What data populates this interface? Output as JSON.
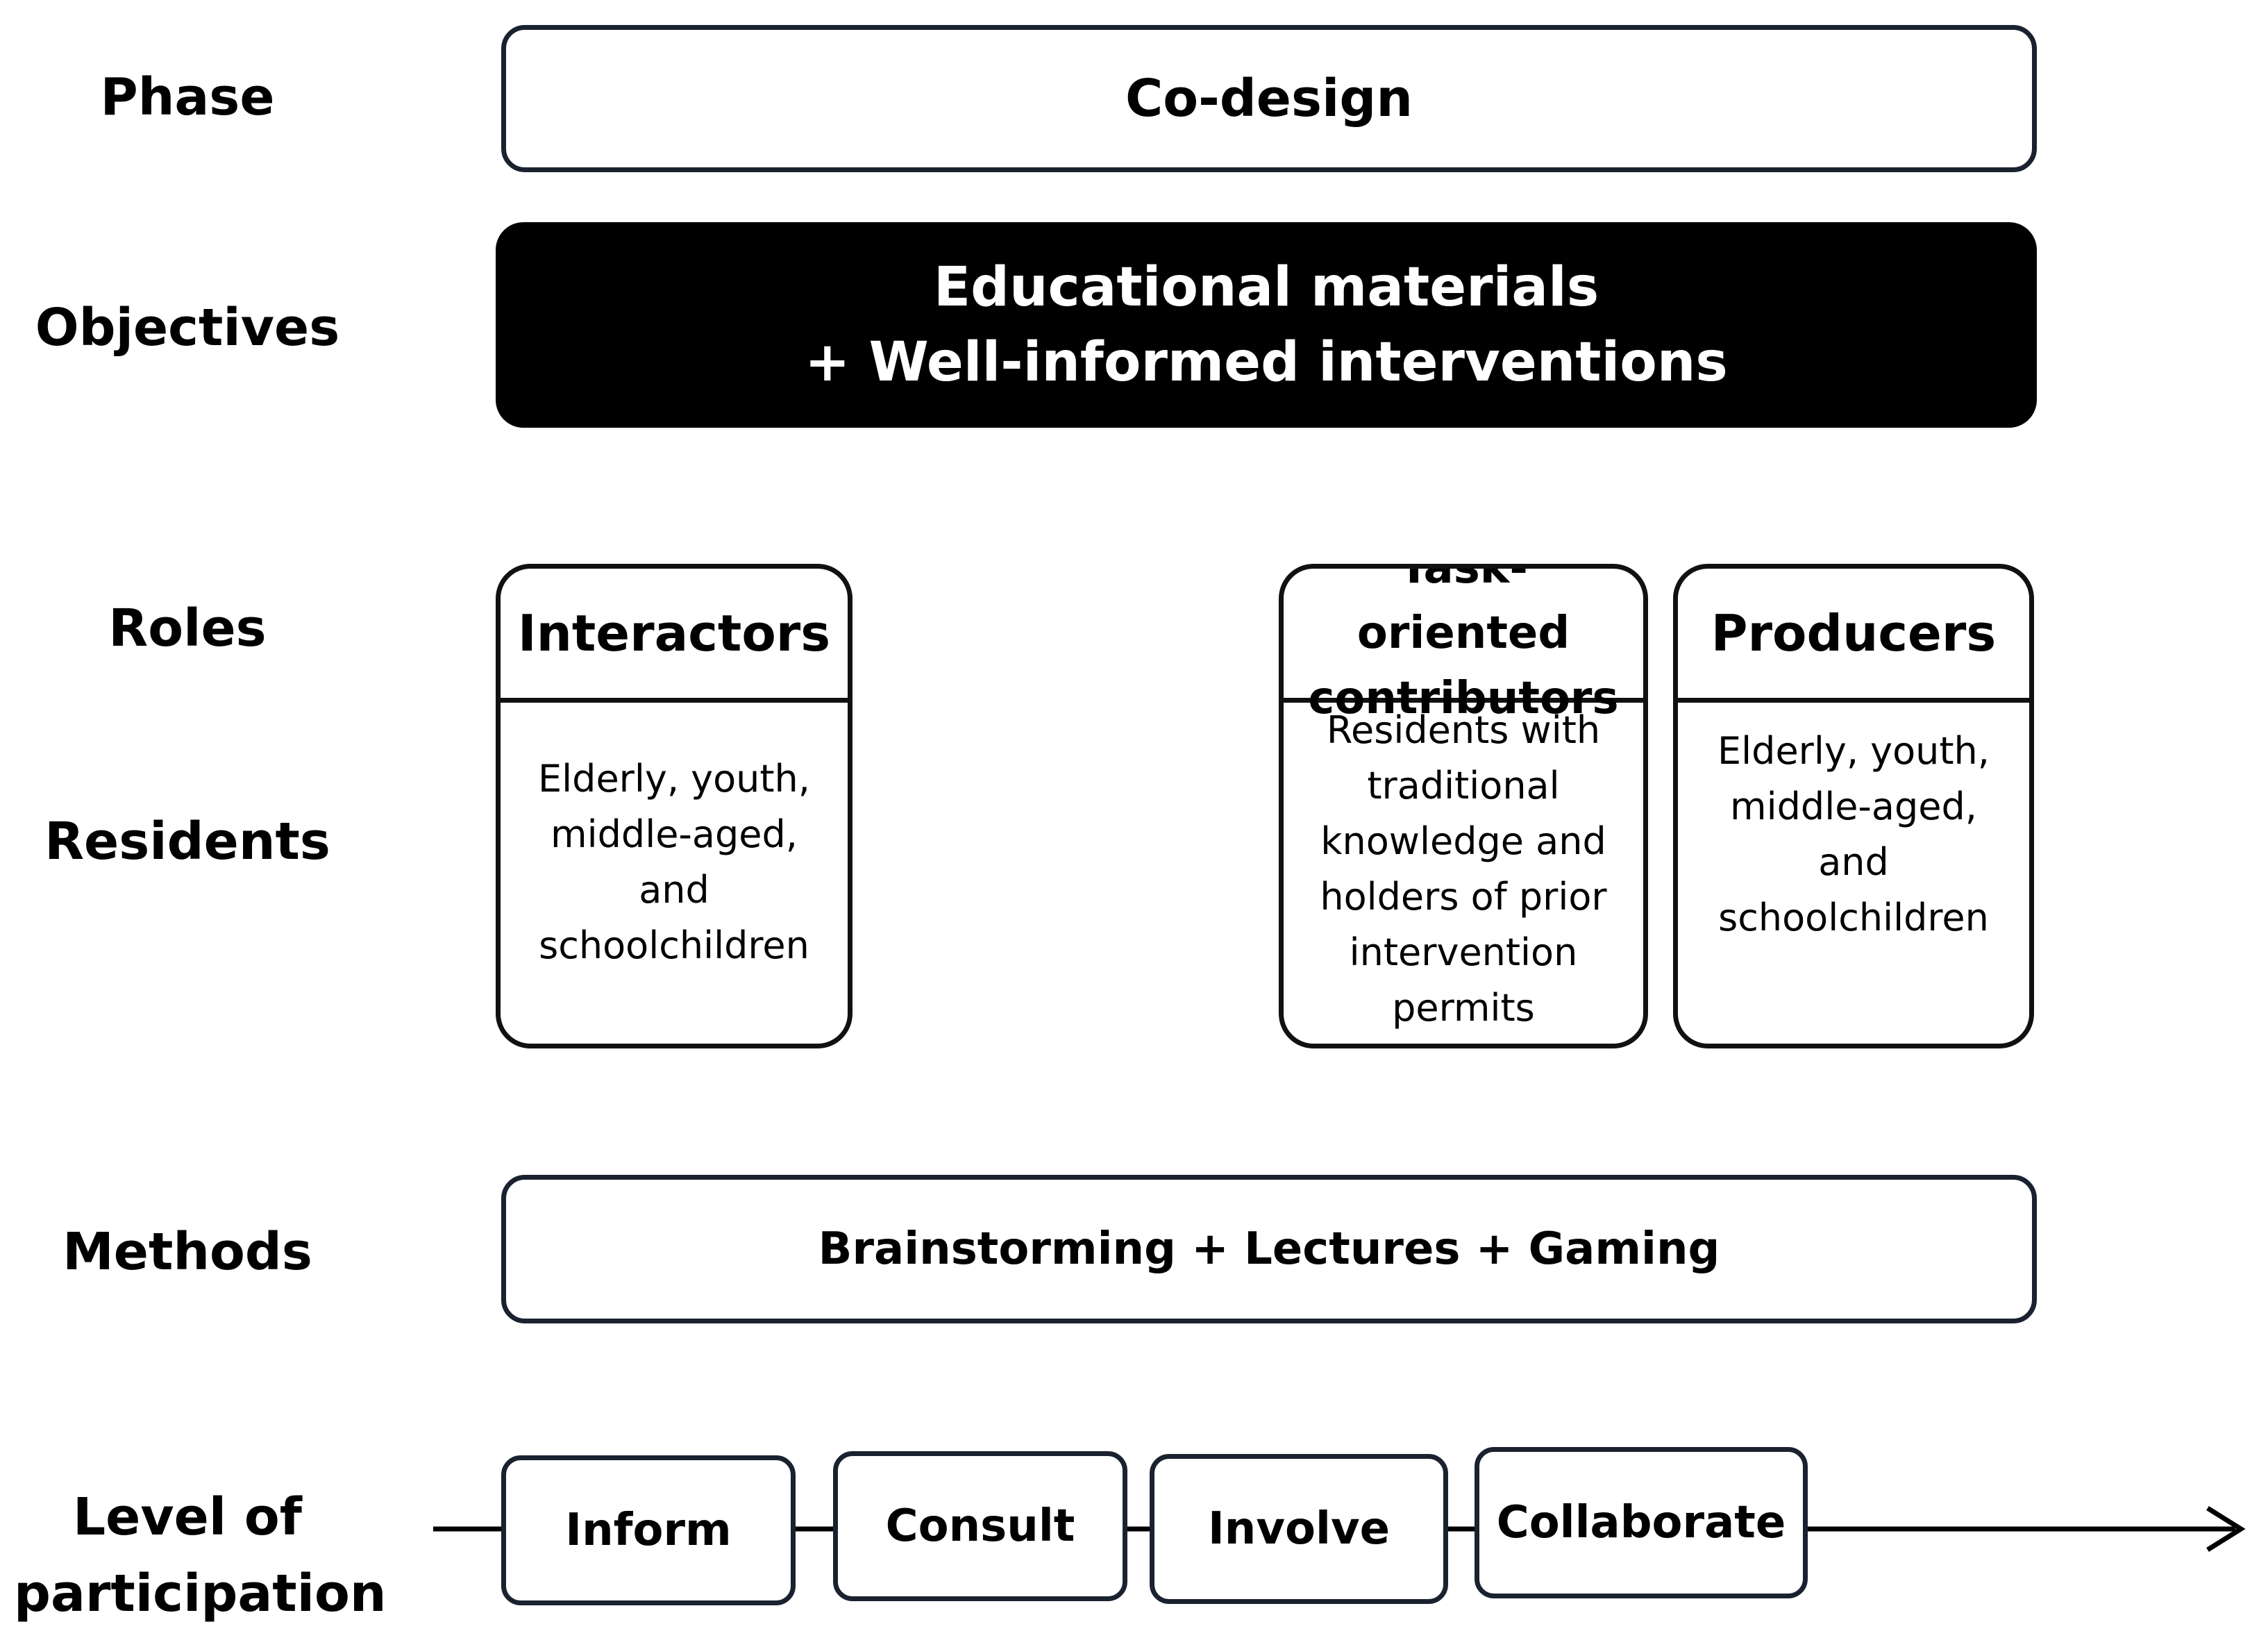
{
  "row_labels": {
    "phase": "Phase",
    "objectives": "Objectives",
    "roles": "Roles",
    "residents": "Residents",
    "methods": "Methods",
    "level_line1": "Level of",
    "level_line2": "participation"
  },
  "phase_box": "Co-design",
  "objectives_box": {
    "line1": "Educational materials",
    "line2": "+ Well-informed interventions"
  },
  "roles": [
    {
      "title": "Interactors",
      "residents": "Elderly, youth, middle-aged, and schoolchildren"
    },
    {
      "title": "Task-oriented contributors",
      "residents": "Residents with traditional knowledge and holders of prior intervention permits"
    },
    {
      "title": "Producers",
      "residents": "Elderly, youth, middle-aged, and schoolchildren"
    }
  ],
  "methods_box": "Brainstorming + Lectures + Gaming",
  "participation_levels": [
    "Inform",
    "Consult",
    "Involve",
    "Collaborate"
  ],
  "colors": {
    "border": "#1a2230",
    "objectives_fill": "#000000",
    "objectives_text": "#ffffff"
  }
}
